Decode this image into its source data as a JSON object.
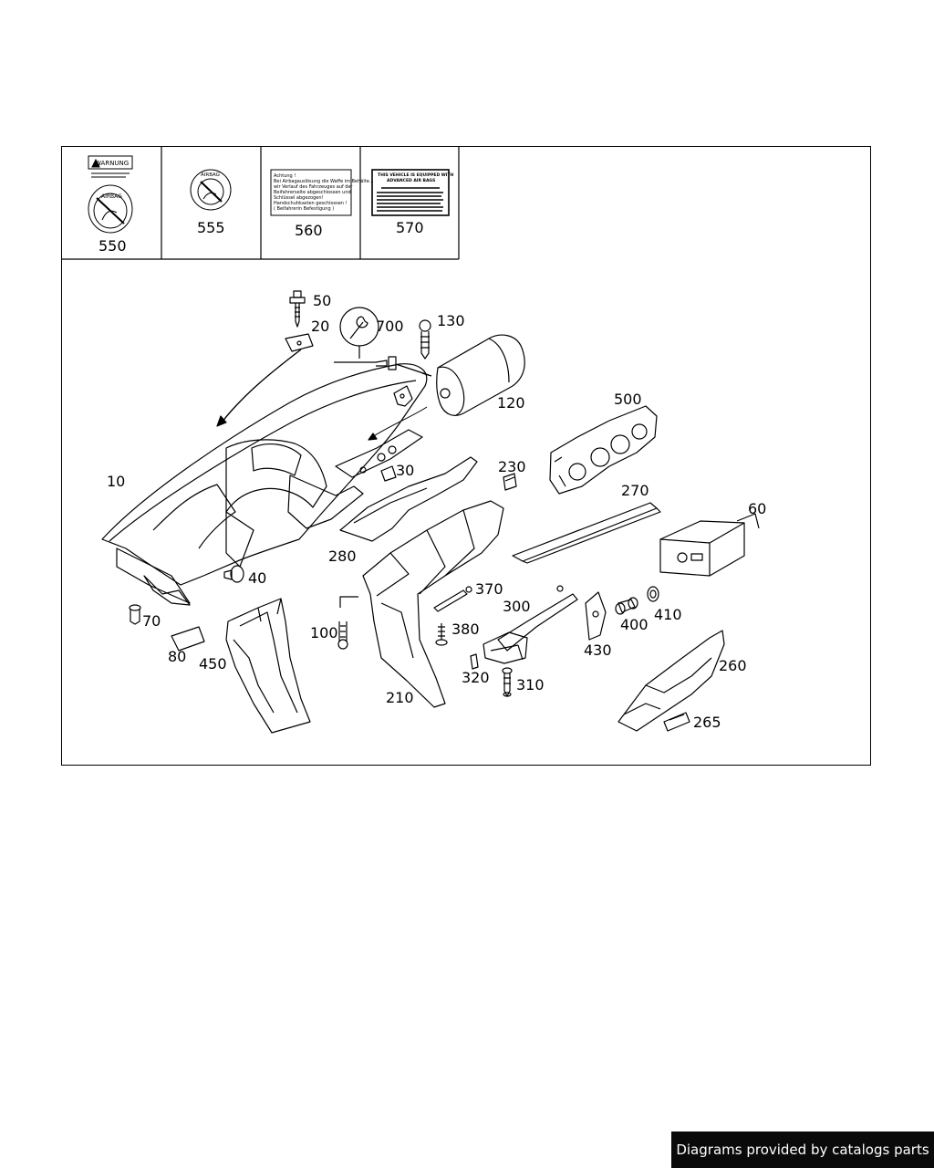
{
  "diagram": {
    "label_panels": [
      {
        "callout": "550",
        "warning_text": "WARNUNG",
        "badge_text": "AIRBAG"
      },
      {
        "callout": "555",
        "badge_text": "AIRBAG"
      },
      {
        "callout": "560",
        "lines": [
          "Achtung !",
          "Bei Airbagauslösung die Waffe im Behälte...",
          "wir Verlauf des Fahrzeuges auf der",
          "Beifahrerseite abgeschlossen und",
          "Schlüssel abgezogen!",
          "Handschuhkasten geschlossen !",
          "( Beifahrerin Befestigung )"
        ]
      },
      {
        "callout": "570",
        "title_lines": [
          "THIS VEHICLE IS EQUIPPED WITH",
          "ADVANCED AIR BAGS"
        ]
      }
    ],
    "callouts": [
      "50",
      "20",
      "700",
      "130",
      "120",
      "500",
      "10",
      "30",
      "230",
      "270",
      "60",
      "280",
      "370",
      "40",
      "300",
      "410",
      "70",
      "100",
      "380",
      "400",
      "430",
      "80",
      "450",
      "320",
      "310",
      "260",
      "210",
      "265"
    ]
  },
  "footer": {
    "credit": "Diagrams provided by catalogs parts"
  }
}
